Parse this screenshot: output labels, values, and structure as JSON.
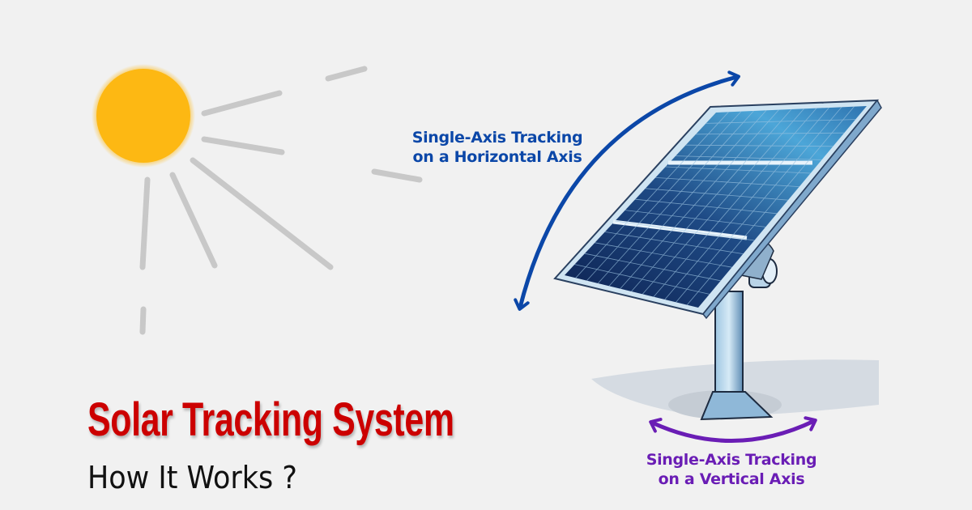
{
  "title": "Solar Tracking System",
  "subtitle": "How It Works ?",
  "labels": {
    "horizontal": {
      "line1": "Single-Axis Tracking",
      "line2": "on a Horizontal Axis"
    },
    "vertical": {
      "line1": "Single-Axis Tracking",
      "line2": "on a Vertical Axis"
    }
  },
  "colors": {
    "background": "#f1f1f1",
    "title": "#cc0000",
    "horizontal_axis": "#0b47a8",
    "vertical_axis": "#6a1db5",
    "sun": "#fdb813",
    "rays": "#c8c8c8"
  },
  "icons": {
    "sun": "sun-icon",
    "panel": "solar-panel-icon"
  }
}
